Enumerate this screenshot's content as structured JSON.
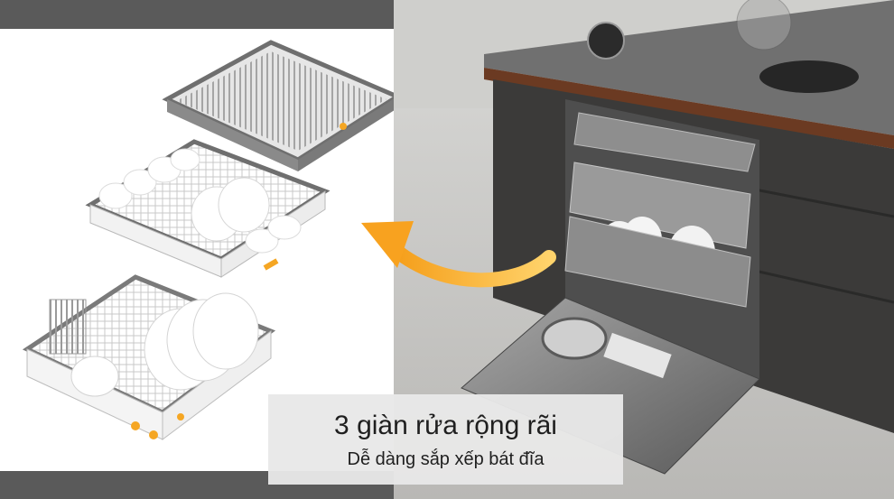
{
  "caption": {
    "title": "3 giàn rửa rộng rãi",
    "subtitle": "Dễ dàng sắp xếp bát đĩa"
  },
  "images": {
    "left": "dishwasher-racks-illustration",
    "right": "kitchen-dishwasher-photo",
    "arrow": "curved-arrow-icon"
  },
  "colors": {
    "caption_bg": "#e8e8e8",
    "arrow": "#f5a623",
    "rack_gray": "#7a7a7a",
    "cabinet": "#3b3a39",
    "countertop": "#6e6e6e"
  }
}
